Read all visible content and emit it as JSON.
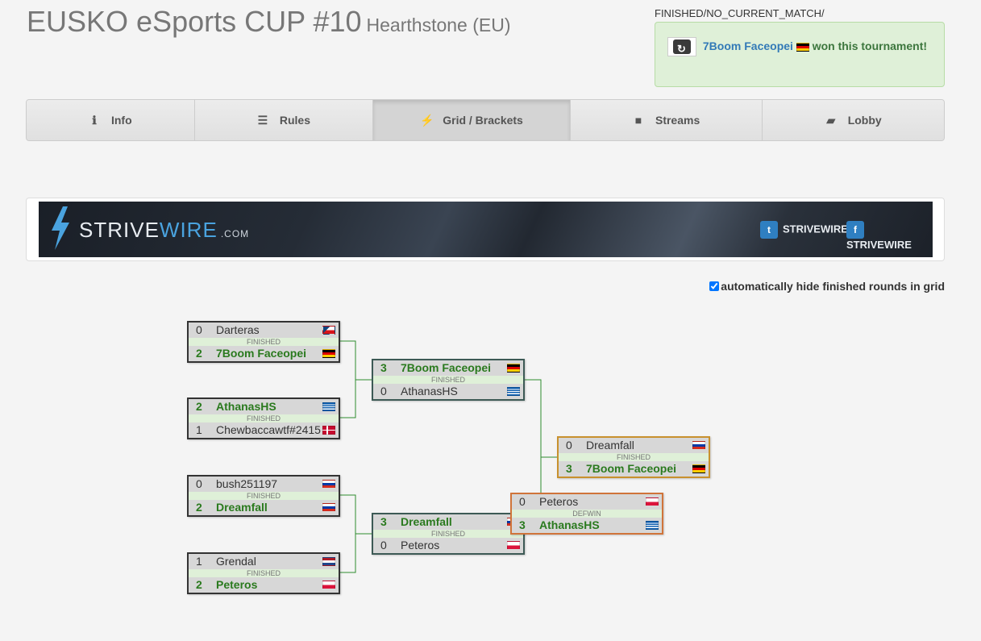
{
  "header": {
    "title": "EUSKO eSports CUP #10",
    "game": "Hearthstone (EU)"
  },
  "status": {
    "code": "FINISHED/NO_CURRENT_MATCH/",
    "winner": "7Boom Faceopei",
    "winner_flag": "de",
    "won_text": "won this tournament!"
  },
  "tabs": [
    {
      "label": "Info",
      "icon": "info-icon"
    },
    {
      "label": "Rules",
      "icon": "list-icon"
    },
    {
      "label": "Grid / Brackets",
      "icon": "bolt-icon",
      "active": true
    },
    {
      "label": "Streams",
      "icon": "video-camera-icon"
    },
    {
      "label": "Lobby",
      "icon": "chat-icon"
    }
  ],
  "banner": {
    "brand_a": "STRIVE",
    "brand_b": "WIRE",
    "brand_suffix": ".COM",
    "social_1": "STRIVEWIRE",
    "social_2": "STRIVEWIRE"
  },
  "autohide_label": "automatically hide finished rounds in grid",
  "matches": [
    {
      "id": "r1m1",
      "status": "FINISHED",
      "p1": {
        "score": "0",
        "name": "Darteras",
        "flag": "cz"
      },
      "p2": {
        "score": "2",
        "name": "7Boom Faceopei",
        "flag": "de",
        "winner": true
      }
    },
    {
      "id": "r1m2",
      "status": "FINISHED",
      "p1": {
        "score": "2",
        "name": "AthanasHS",
        "flag": "gr",
        "winner": true
      },
      "p2": {
        "score": "1",
        "name": "Chewbaccawtf#2415",
        "flag": "dk"
      }
    },
    {
      "id": "r1m3",
      "status": "FINISHED",
      "p1": {
        "score": "0",
        "name": "bush251197",
        "flag": "ru"
      },
      "p2": {
        "score": "2",
        "name": "Dreamfall",
        "flag": "ru",
        "winner": true
      }
    },
    {
      "id": "r1m4",
      "status": "FINISHED",
      "p1": {
        "score": "1",
        "name": "Grendal",
        "flag": "nl"
      },
      "p2": {
        "score": "2",
        "name": "Peteros",
        "flag": "pl",
        "winner": true
      }
    },
    {
      "id": "r2m1",
      "status": "FINISHED",
      "p1": {
        "score": "3",
        "name": "7Boom Faceopei",
        "flag": "de",
        "winner": true
      },
      "p2": {
        "score": "0",
        "name": "AthanasHS",
        "flag": "gr"
      }
    },
    {
      "id": "r2m2",
      "status": "FINISHED",
      "p1": {
        "score": "3",
        "name": "Dreamfall",
        "flag": "ru",
        "winner": true
      },
      "p2": {
        "score": "0",
        "name": "Peteros",
        "flag": "pl"
      }
    },
    {
      "id": "final",
      "status": "FINISHED",
      "p1": {
        "score": "0",
        "name": "Dreamfall",
        "flag": "ru"
      },
      "p2": {
        "score": "3",
        "name": "7Boom Faceopei",
        "flag": "de",
        "winner": true
      }
    },
    {
      "id": "third",
      "status": "DEFWIN",
      "p1": {
        "score": "0",
        "name": "Peteros",
        "flag": "pl"
      },
      "p2": {
        "score": "3",
        "name": "AthanasHS",
        "flag": "gr",
        "winner": true
      }
    }
  ]
}
